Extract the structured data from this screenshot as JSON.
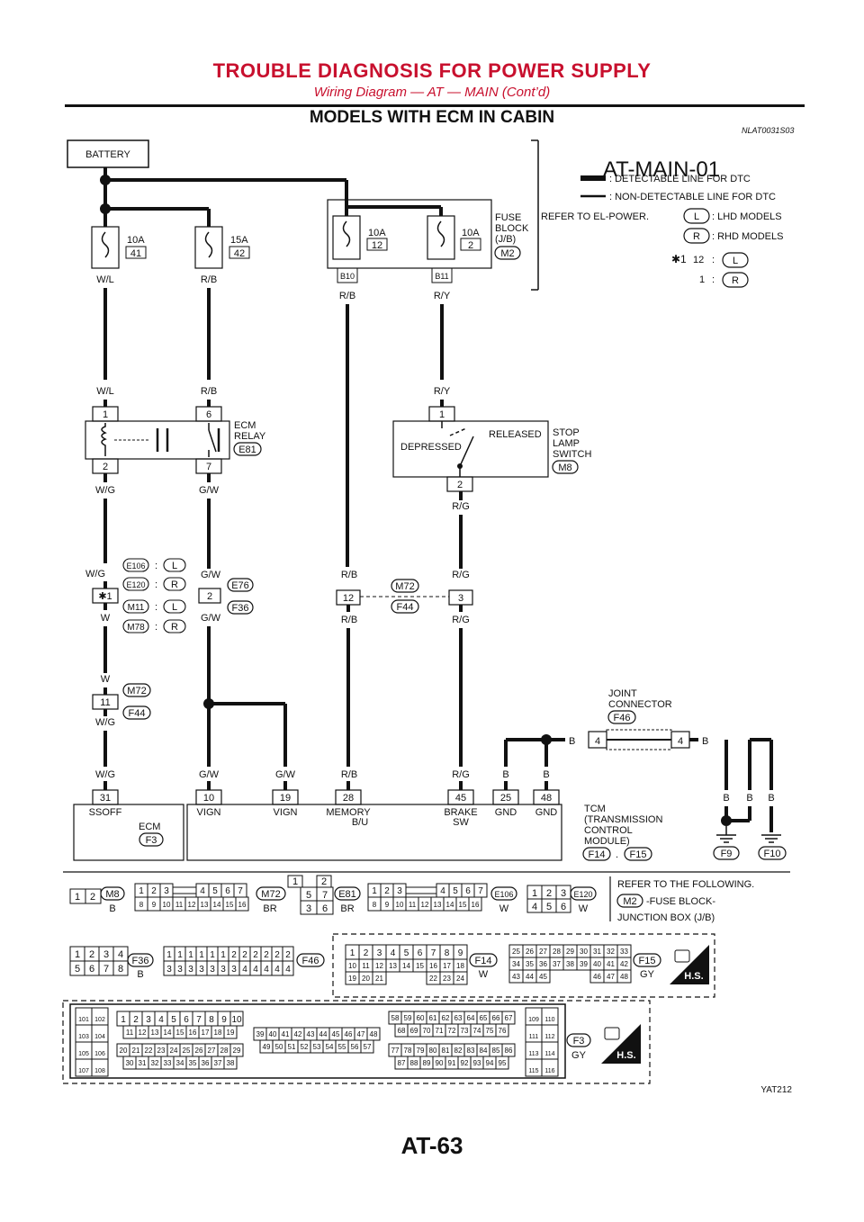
{
  "header": {
    "title": "TROUBLE DIAGNOSIS FOR POWER SUPPLY",
    "subtitle": "Wiring Diagram — AT — MAIN (Cont’d)"
  },
  "section": {
    "title": "MODELS WITH ECM IN CABIN",
    "code": "NLAT0031S03"
  },
  "diagram": {
    "id": "AT-MAIN-01",
    "battery": "BATTERY",
    "legend": {
      "detectable": ": DETECTABLE LINE FOR DTC",
      "non_detectable": ": NON-DETECTABLE LINE FOR DTC",
      "refer_power": "REFER TO EL-POWER.",
      "lhd_tag": "L",
      "lhd": ": LHD MODELS",
      "rhd_tag": "R",
      "rhd": ": RHD MODELS",
      "star": "✱1",
      "star_l_num": "12",
      "star_r_num": "1",
      "colon": ":"
    },
    "fuses": {
      "f41_amp": "10A",
      "f41_num": "41",
      "f42_amp": "15A",
      "f42_num": "42",
      "f12_amp": "10A",
      "f12_num": "12",
      "f2_amp": "10A",
      "f2_num": "2",
      "block_label": "FUSE\nBLOCK\n(J/B)",
      "block_conn": "M2",
      "b10": "B10",
      "b11": "B11"
    },
    "wires": {
      "wl": "W/L",
      "rb": "R/B",
      "ry": "R/Y",
      "wg": "W/G",
      "gw": "G/W",
      "rg": "R/G",
      "w": "W",
      "b": "B"
    },
    "ecm_relay": {
      "pin1": "1",
      "pin2": "2",
      "pin6": "6",
      "pin7": "7",
      "label": "ECM\nRELAY",
      "conn": "E81"
    },
    "stop_lamp": {
      "pin1": "1",
      "pin2": "2",
      "depressed": "DEPRESSED",
      "released": "RELEASED",
      "label": "STOP\nLAMP\nSWITCH",
      "conn": "M8"
    },
    "inline": {
      "e106": "E106",
      "e120": "E120",
      "m11": "M11",
      "m78": "M78",
      "l": "L",
      "r": "R",
      "star": "✱1",
      "e76": "E76",
      "f36": "F36",
      "pin2": "2",
      "m72": "M72",
      "f44": "F44",
      "pin12": "12",
      "pin3": "3",
      "pin11": "11"
    },
    "joint": {
      "label": "JOINT\nCONNECTOR",
      "conn": "F46",
      "pin4": "4"
    },
    "tcm": {
      "pins": [
        "31",
        "10",
        "19",
        "28",
        "45",
        "25",
        "48"
      ],
      "names": [
        "SSOFF",
        "VIGN",
        "VIGN",
        "MEMORY\nB/U",
        "BRAKE\nSW",
        "GND",
        "GND"
      ],
      "ecm_label": "ECM",
      "ecm_conn": "F3",
      "label": "TCM\n(TRANSMISSION\nCONTROL\nMODULE)",
      "conn1": "F14",
      "conn2": "F15",
      "dot": "."
    },
    "grounds": {
      "f9": "F9",
      "f10": "F10"
    },
    "connectors": {
      "refer_text": "REFER TO THE FOLLOWING.",
      "refer_conn": "M2",
      "refer_desc": "-FUSE BLOCK-",
      "refer_desc2": "JUNCTION BOX (J/B)",
      "m8": "M8",
      "m8_color": "B",
      "m72": "M72",
      "m72_color": "BR",
      "e81": "E81",
      "e81_color": "BR",
      "e106": "E106",
      "e106_color": "W",
      "e120": "E120",
      "e120_color": "W",
      "f36": "F36",
      "f36_color": "B",
      "f46": "F46",
      "f14": "F14",
      "f14_color": "W",
      "f15": "F15",
      "f15_color": "GY",
      "f3": "F3",
      "f3_color": "GY",
      "hs": "H.S."
    },
    "figure_code": "YAT212"
  },
  "page_number": "AT-63"
}
